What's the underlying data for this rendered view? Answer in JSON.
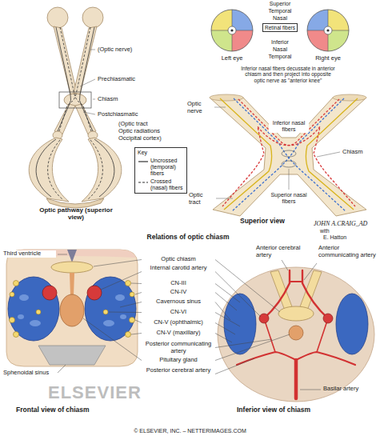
{
  "diagram": {
    "caption": "© ELSEVIER, INC. – NETTERIMAGES.COM",
    "nodes": [
      {
        "text": [
          "Key"
        ]
      },
      {
        "text": [
          "Retinal fibers"
        ]
      }
    ],
    "labels": [
      "(Optic nerve)",
      "Prechiasmatic",
      "Chiasm",
      "Postchiasmatic",
      "(Optic tract",
      "Optic radiations",
      "Occipital cortex)",
      "Optic pathway (superior view)",
      "Superior",
      "Temporal",
      "Nasal",
      "Inferior",
      "Nasal",
      "Temporal",
      "Left eye",
      "Right eye",
      "Optic nerve",
      "Inferior nasal fibers decussate in anterior chiasm and then project into opposite optic nerve as \"anterior knee\"",
      "Inferior nasal fibers",
      "Chiasm",
      "Superior nasal fibers",
      "Optic tract",
      "Superior view",
      "JOHN A.CRAIG_AD",
      "with",
      "E. Hatton",
      "Relations of optic chiasm",
      "Third ventricle",
      "Optic chiasm",
      "Internal carotid artery",
      "CN-III",
      "CN-IV",
      "Cavernous sinus",
      "CN-VI",
      "CN-V (ophthalmic)",
      "CN-V (maxillary)",
      "Posterior communicating artery",
      "Pituitary gland",
      "Posterior cerebral artery",
      "Anterior cerebral artery",
      "Anterior communicating artery",
      "Basilar artery",
      "Sphenoidal sinus",
      "ELSEVIER",
      "Frontal view of chiasm",
      "Inferior view of chiasm"
    ],
    "legend": [
      {
        "text": "Uncrossed (temporal) fibers"
      },
      {
        "text": "Crossed (nasal) fibers"
      }
    ]
  }
}
